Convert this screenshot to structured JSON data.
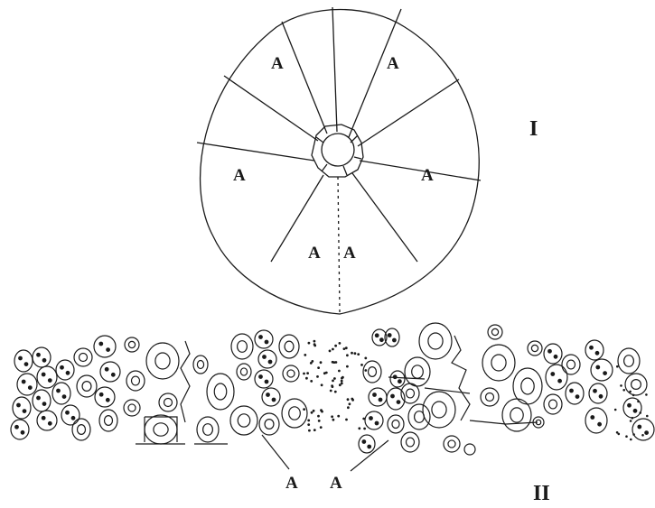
{
  "figure_one": {
    "label": "I",
    "sector_labels": [
      "A",
      "A",
      "A",
      "A",
      "A",
      "A"
    ]
  },
  "figure_two": {
    "label": "II",
    "pointer_labels": [
      "A",
      "A"
    ]
  },
  "ink_color": "#1a1a1a"
}
